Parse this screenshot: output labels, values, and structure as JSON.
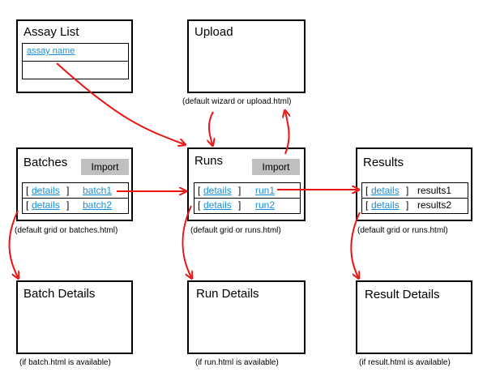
{
  "assay_list": {
    "title": "Assay List",
    "link": "assay name"
  },
  "upload": {
    "title": "Upload",
    "caption": "(default wizard or upload.html)"
  },
  "batches": {
    "title": "Batches",
    "import_label": "Import",
    "rows": [
      {
        "open": "[",
        "details": "details",
        "close": "]",
        "name": "batch1"
      },
      {
        "open": "[",
        "details": "details",
        "close": "]",
        "name": "batch2"
      }
    ],
    "caption": "(default grid or batches.html)"
  },
  "runs": {
    "title": "Runs",
    "import_label": "Import",
    "rows": [
      {
        "open": "[",
        "details": "details",
        "close": "]",
        "name": "run1"
      },
      {
        "open": "[",
        "details": "details",
        "close": "]",
        "name": "run2"
      }
    ],
    "caption": "(default grid or runs.html)"
  },
  "results": {
    "title": "Results",
    "rows": [
      {
        "open": "[",
        "details": "details",
        "close": "]",
        "name": "results1"
      },
      {
        "open": "[",
        "details": "details",
        "close": "]",
        "name": "results2"
      }
    ],
    "caption": "(default grid or runs.html)"
  },
  "batch_details": {
    "title": "Batch Details",
    "caption": "(if batch.html is available)"
  },
  "run_details": {
    "title": "Run Details",
    "caption": "(if run.html is available)"
  },
  "result_details": {
    "title": "Result Details",
    "caption": "(if result.html is available)"
  },
  "colors": {
    "arrow": "#ee1111",
    "link": "#1a8fd8",
    "button": "#c0c0c0"
  }
}
